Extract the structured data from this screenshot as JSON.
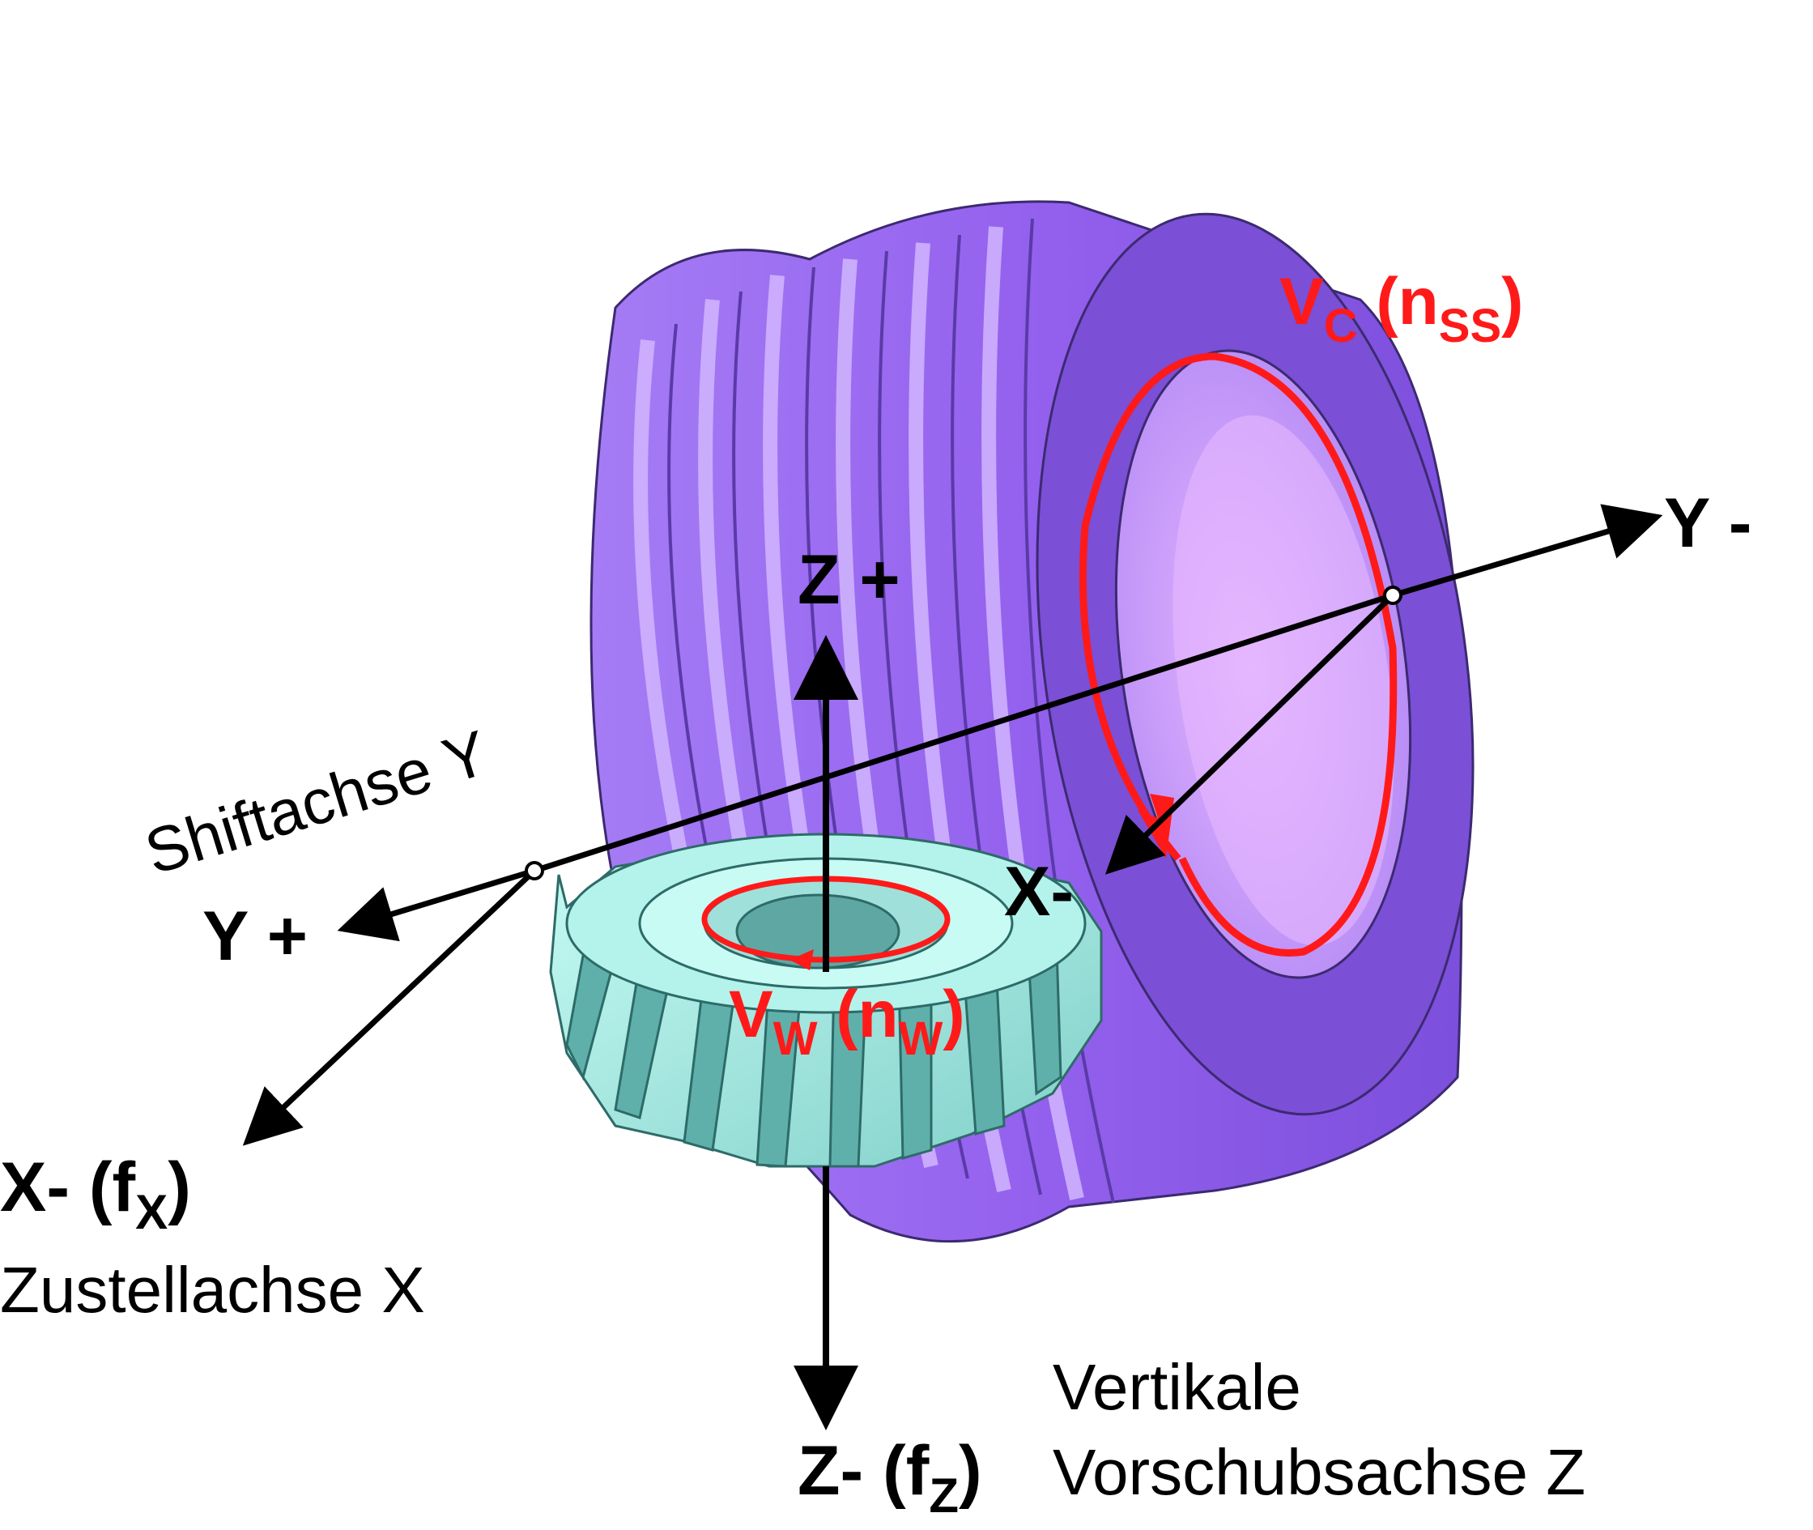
{
  "labels": {
    "vc_main": "V",
    "vc_sub": "C",
    "vc_paren_open": " (n",
    "vc_paren_sub": "SS",
    "vc_paren_close": ")",
    "vw_main": "V",
    "vw_sub": "W",
    "vw_paren_open": " (n",
    "vw_paren_sub": "W",
    "vw_paren_close": ")",
    "y_minus": "Y -",
    "y_plus": "Y +",
    "z_plus": "Z +",
    "x_minus_center": "X-",
    "x_minus_left_main": "X- (f",
    "x_minus_left_sub": "X",
    "x_minus_left_close": ")",
    "z_minus_main": "Z- (f",
    "z_minus_sub": "Z",
    "z_minus_close": ")",
    "shiftachse": "Shiftachse Y",
    "zustellachse": "Zustellachse X",
    "vertikale": "Vertikale",
    "vorschubsachse": "Vorschubsachse Z"
  },
  "colors": {
    "worm_side": "#9a6bf0",
    "worm_face": "#7e52d6",
    "worm_groove": "#c9a8ff",
    "gear": "#a8efe6",
    "gear_dark": "#4fa3a0",
    "rotation_arrow": "#ff1a1a",
    "axis": "#000000"
  },
  "icons": {
    "worm": "grinding-worm-icon",
    "gear": "helical-gear-icon"
  }
}
